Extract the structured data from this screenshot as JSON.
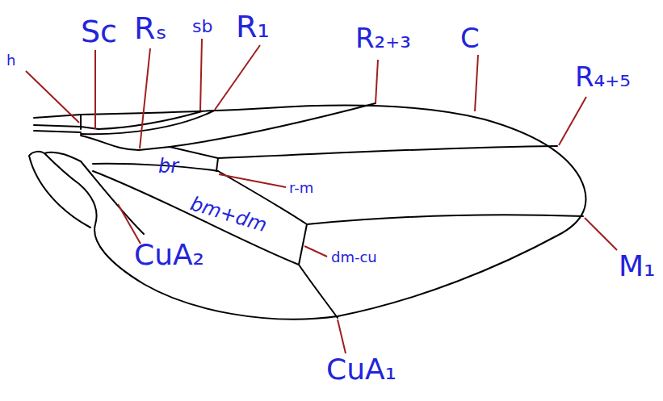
{
  "diagram": {
    "labels": [
      "h",
      "Sc",
      "Rₛ",
      "sb",
      "R₁",
      "R₂₊₃",
      "C",
      "R₄₊₅",
      "br",
      "r-m",
      "bm+dm",
      "dm-cu",
      "M₁",
      "CuA₂",
      "CuA₁"
    ]
  }
}
